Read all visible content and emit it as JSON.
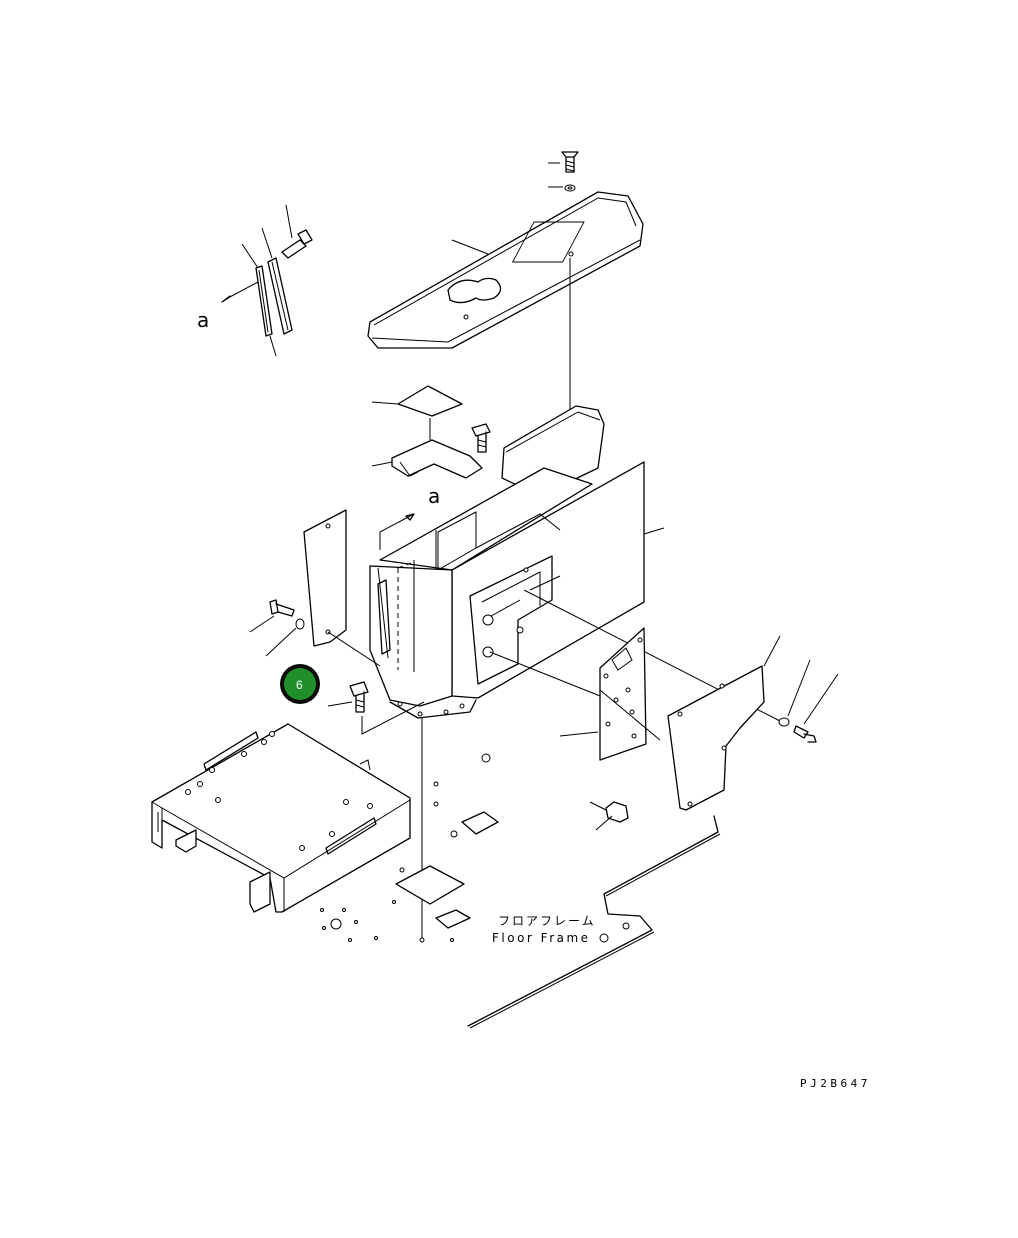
{
  "labels": {
    "view_a_top": "a",
    "view_a_mid": "a",
    "floor_frame_jp": "フロアフレーム",
    "floor_frame_en": "Floor Frame",
    "drawing_code": "PJ2B647"
  },
  "callouts": [
    {
      "number": "6",
      "color": "#1f8f2a"
    }
  ],
  "colors": {
    "line": "#000000",
    "background": "#ffffff",
    "callout_fill": "#1f8f2a",
    "callout_ring": "#0b0b0b"
  }
}
